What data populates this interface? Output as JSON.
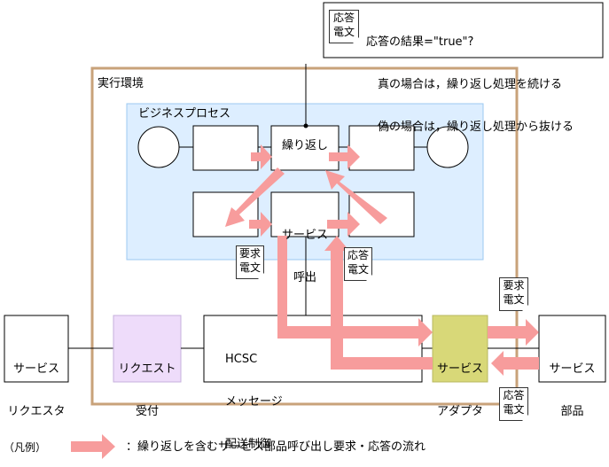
{
  "environment_label": "実行環境",
  "business_process_label": "ビジネスプロセス",
  "repeat_node": "繰り返し",
  "service_call_node": [
    "サービス",
    "呼出"
  ],
  "requester": [
    "サービス",
    "リクエスタ"
  ],
  "request_receiver": [
    "リクエスト",
    "受付"
  ],
  "hcsc": [
    "HCSC",
    "メッセージ",
    "配送制御"
  ],
  "adapter": [
    "サービス",
    "アダプタ"
  ],
  "service_part": [
    "サービス",
    "部品"
  ],
  "request_message": [
    "要求",
    "電文"
  ],
  "response_message": [
    "応答",
    "電文"
  ],
  "callout": {
    "doc": [
      "応答",
      "電文"
    ],
    "lines": [
      "応答の結果=\"true\"?",
      "　真の場合は，繰り返し処理を続ける",
      "　偽の場合は，繰り返し処理から抜ける"
    ]
  },
  "legend": {
    "prefix": "（凡例）",
    "text": "：繰り返しを含むサービス部品呼び出し要求・応答の流れ"
  },
  "colors": {
    "environment_border": "#c8a27a",
    "process_fill": "#ddeeff",
    "process_border": "#9cc8f0",
    "flow_arrow": "#f79c9c",
    "receiver_fill": "#eedcfa",
    "adapter_fill": "#d8d878"
  }
}
